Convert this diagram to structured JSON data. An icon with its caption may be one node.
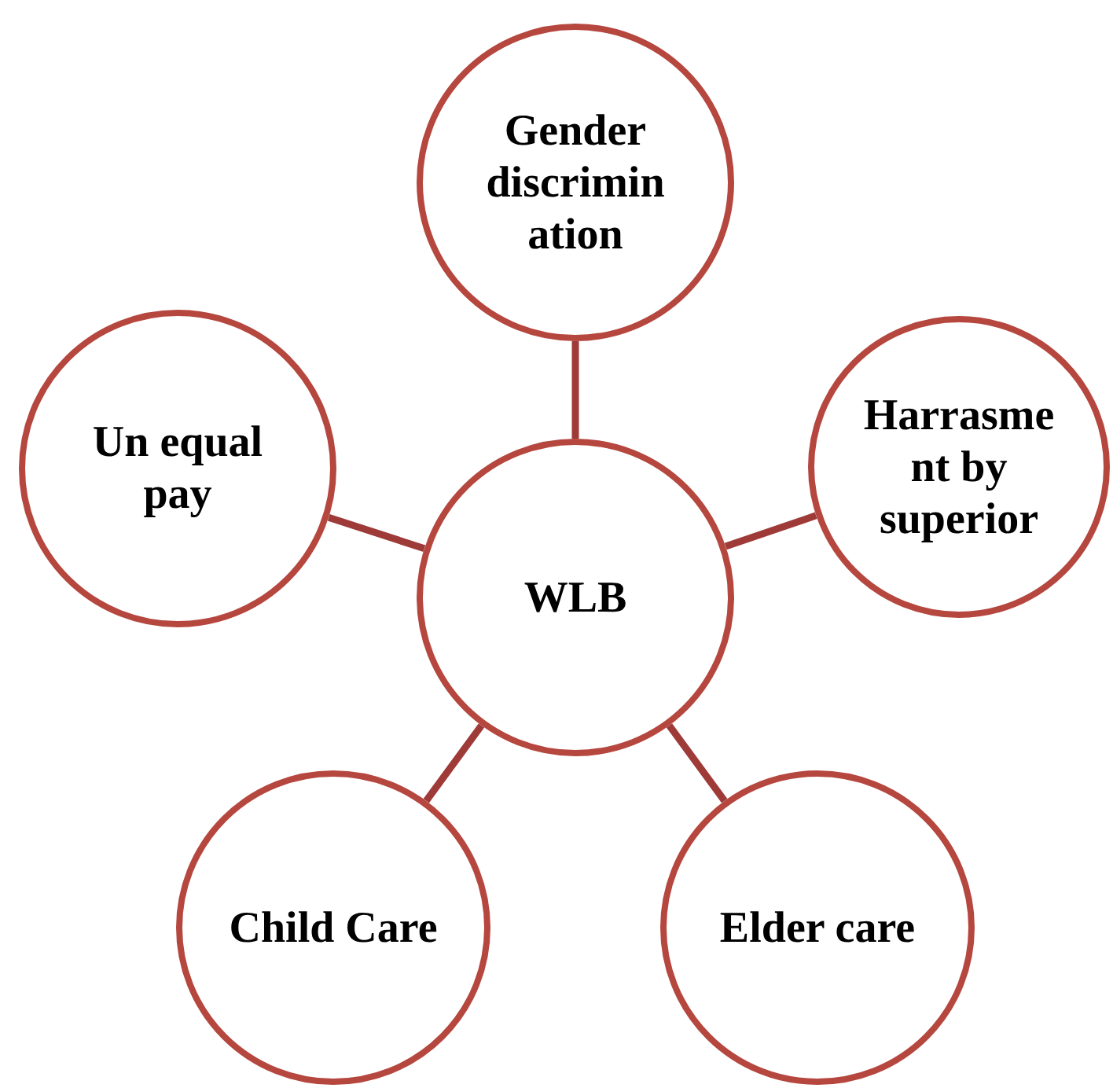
{
  "diagram": {
    "nodes": [
      {
        "text": [
          "WLB"
        ]
      },
      {
        "text": [
          "Gender discrimin ation"
        ]
      },
      {
        "text": [
          "Harrasme nt by superior"
        ]
      },
      {
        "text": [
          "Elder care"
        ]
      },
      {
        "text": [
          "Child Care"
        ]
      },
      {
        "text": [
          "Un equal pay"
        ]
      }
    ],
    "edges": [
      {
        "from": 0,
        "to": 1,
        "arrow": "none"
      },
      {
        "from": 0,
        "to": 2,
        "arrow": "none"
      },
      {
        "from": 0,
        "to": 3,
        "arrow": "none"
      },
      {
        "from": 0,
        "to": 4,
        "arrow": "none"
      },
      {
        "from": 0,
        "to": 5,
        "arrow": "none"
      }
    ]
  }
}
